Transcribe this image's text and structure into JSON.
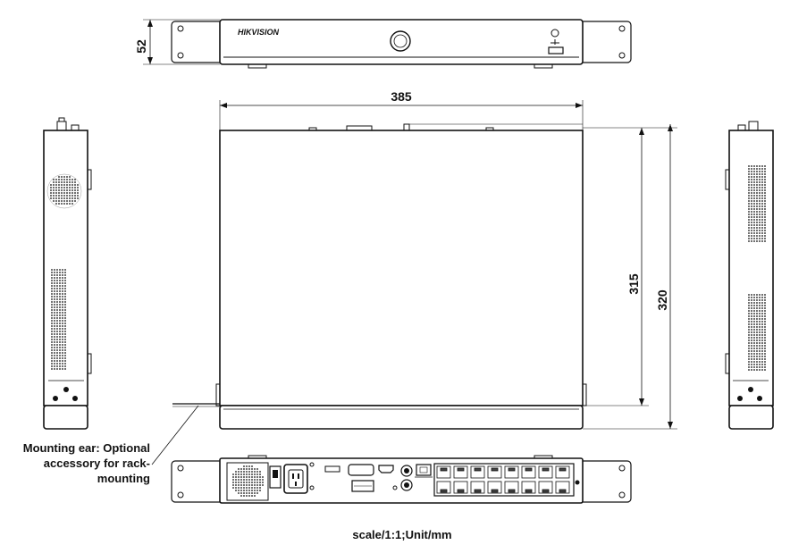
{
  "brand": "HIKVISION",
  "dimensions": {
    "height": "52",
    "width": "385",
    "depth_body": "315",
    "depth_total": "320"
  },
  "notes": {
    "mounting_ear": "Mounting ear: Optional accessory for rack-mounting",
    "scale": "scale/1:1;Unit/mm"
  }
}
